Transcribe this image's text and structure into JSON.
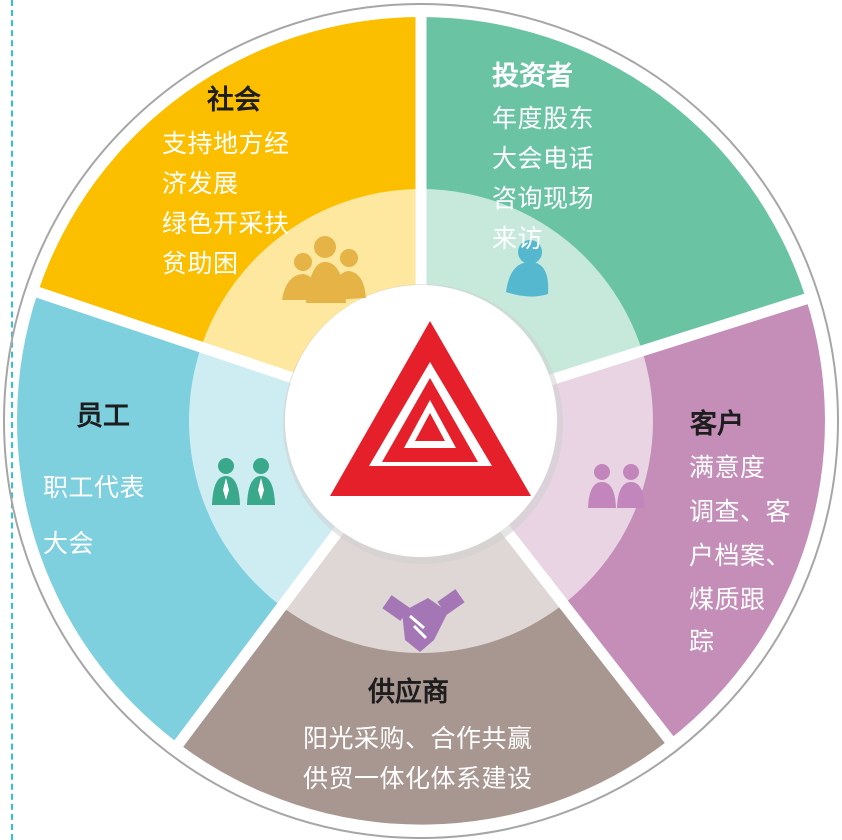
{
  "colors": {
    "society": "#fbbf00",
    "investor": "#6ac4a4",
    "customer": "#c48eb8",
    "supplier": "#a89791",
    "employee": "#7fd0df",
    "logo_red": "#e5202a",
    "divider": "#ffffff",
    "center": "#ffffff"
  },
  "sectors": {
    "society": {
      "title": "社会",
      "lines": [
        "支持地方经",
        "济发展",
        "绿色开采扶",
        "贫助困"
      ],
      "icon": "people-group-icon"
    },
    "investor": {
      "title": "投资者",
      "lines": [
        "年度股东",
        "大会电话",
        "咨询现场",
        "来访"
      ],
      "icon": "person-icon"
    },
    "customer": {
      "title": "客户",
      "lines": [
        "满意度",
        "调查、客",
        "户档案、",
        "煤质跟",
        "踪"
      ],
      "icon": "two-people-icon"
    },
    "supplier": {
      "title": "供应商",
      "lines": [
        "阳光采购、合作共赢",
        "供贸一体化体系建设"
      ],
      "icon": "handshake-icon"
    },
    "employee": {
      "title": "员工",
      "lines": [
        "职工代表",
        "大会"
      ],
      "icon": "employees-icon"
    }
  },
  "center": {
    "logo": "company-triangle-logo"
  }
}
